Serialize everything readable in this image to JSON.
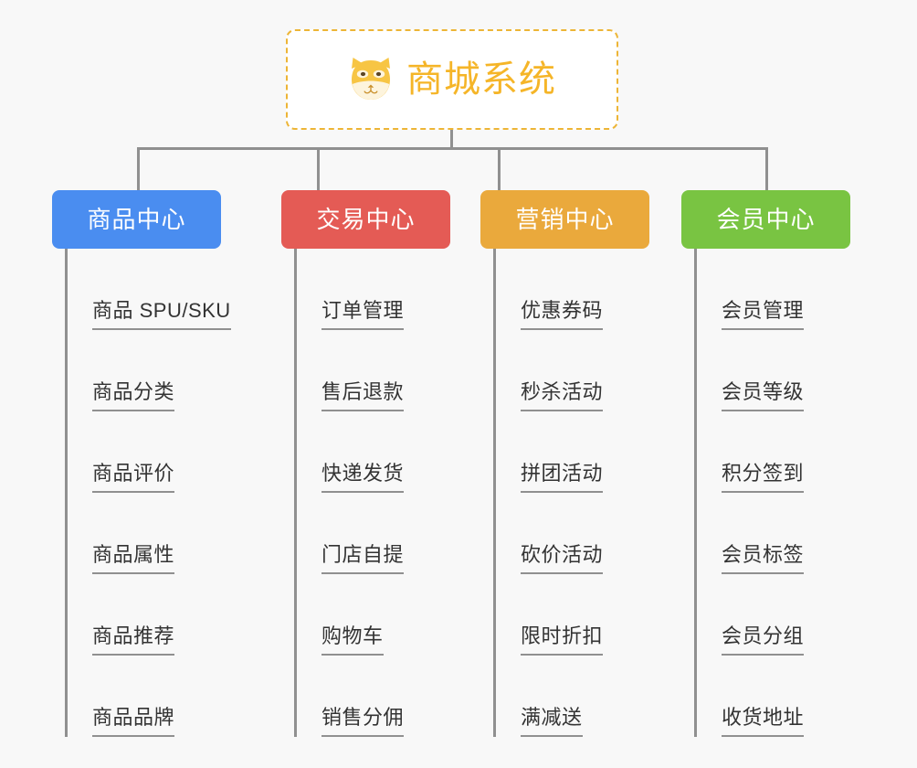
{
  "root": {
    "title": "商城系统",
    "logo_icon": "shiba-dog-icon",
    "title_color": "#f5b528",
    "border_color": "#edb536"
  },
  "line_color": "#909090",
  "background_color": "#f8f8f8",
  "categories": [
    {
      "label": "商品中心",
      "color": "#4a8df0",
      "name": "product-center",
      "items": [
        "商品 SPU/SKU",
        "商品分类",
        "商品评价",
        "商品属性",
        "商品推荐",
        "商品品牌"
      ]
    },
    {
      "label": "交易中心",
      "color": "#e45b55",
      "name": "trade-center",
      "items": [
        "订单管理",
        "售后退款",
        "快递发货",
        "门店自提",
        "购物车",
        "销售分佣"
      ]
    },
    {
      "label": "营销中心",
      "color": "#eaa93c",
      "name": "marketing-center",
      "items": [
        "优惠券码",
        "秒杀活动",
        "拼团活动",
        "砍价活动",
        "限时折扣",
        "满减送"
      ]
    },
    {
      "label": "会员中心",
      "color": "#79c442",
      "name": "member-center",
      "items": [
        "会员管理",
        "会员等级",
        "积分签到",
        "会员标签",
        "会员分组",
        "收货地址"
      ]
    }
  ]
}
